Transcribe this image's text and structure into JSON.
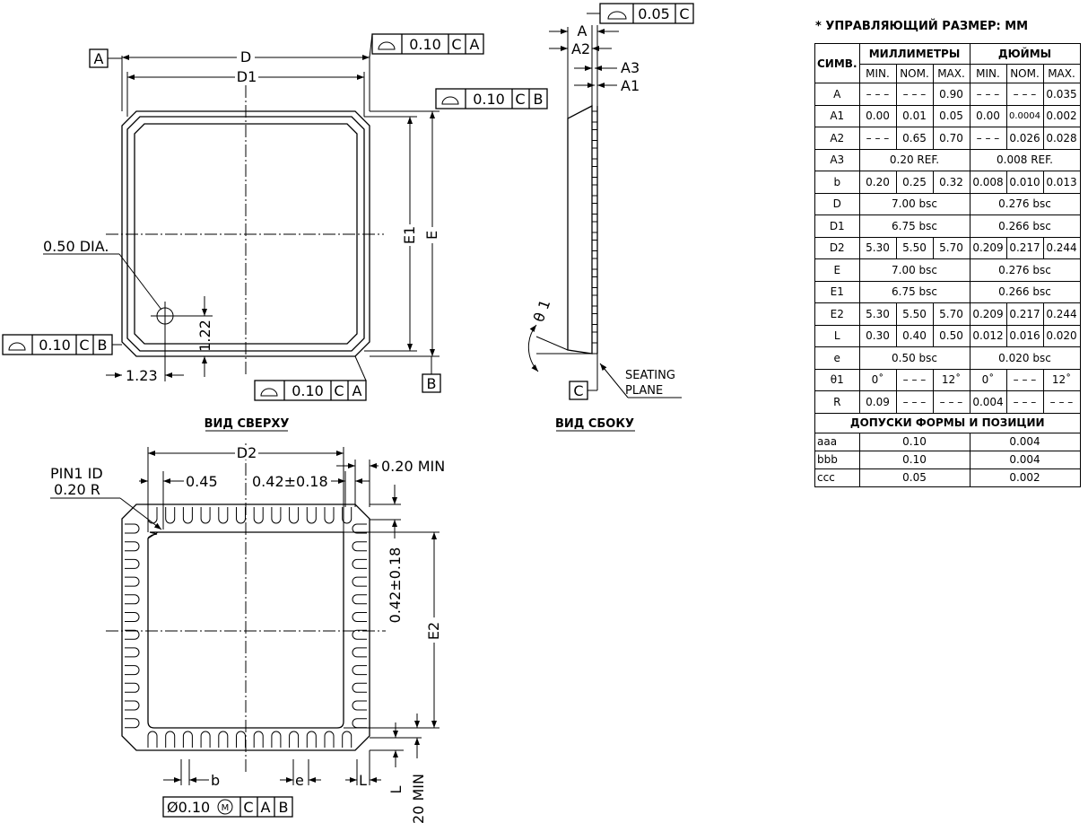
{
  "note": "* УПРАВЛЯЮЩИЙ РАЗМЕР: ММ",
  "captions": {
    "top": "ВИД СВЕРХУ",
    "side": "ВИД СБОКУ"
  },
  "top_view": {
    "datum_a": "A",
    "datum_b": "B",
    "dim_d": "D",
    "dim_d1": "D1",
    "dim_e": "E",
    "dim_e1": "E1",
    "dia_note": "0.50 DIA.",
    "dim_122": "1.22",
    "dim_123": "1.23",
    "fcf_top": [
      "0.10",
      "C",
      "A"
    ],
    "fcf_right": [
      "0.10",
      "C",
      "B"
    ],
    "fcf_left": [
      "0.10",
      "C",
      "B"
    ],
    "fcf_bottom": [
      "0.10",
      "C",
      "A"
    ]
  },
  "side_view": {
    "fcf_top": [
      "0.05",
      "C"
    ],
    "dim_a": "A",
    "dim_a2": "A2",
    "dim_a3": "A3",
    "dim_a1": "A1",
    "theta": "θ 1",
    "datum_c": "C",
    "seating_1": "SEATING",
    "seating_2": "PLANE"
  },
  "bottom_view": {
    "dim_d2": "D2",
    "dim_045": "0.45",
    "dim_042h": "0.42±0.18",
    "dim_020_min_top": "0.20  MIN",
    "pin1_1": "PIN1  ID",
    "pin1_2": "0.20  R",
    "dim_042v": "0.42±0.18",
    "dim_e2": "E2",
    "dim_b": "b",
    "dim_e": "e",
    "dim_l": "L",
    "dim_020_min_side": "20  MIN",
    "fcf": [
      "Ø0.10",
      "M",
      "C",
      "A",
      "B"
    ]
  },
  "table": {
    "header": {
      "sym": "СИМВ.",
      "mm": "МИЛЛИМЕТРЫ",
      "in": "ДЮЙМЫ"
    },
    "subheader": [
      "MIN.",
      "NOM.",
      "MAX.",
      "MIN.",
      "NOM.",
      "MAX."
    ],
    "rows": [
      {
        "sym": "A",
        "v": [
          "– – –",
          "– – –",
          "0.90",
          "– – –",
          "– – –",
          "0.035"
        ]
      },
      {
        "sym": "A1",
        "v": [
          "0.00",
          "0.01",
          "0.05",
          "0.00",
          "0.0004",
          "0.002"
        ]
      },
      {
        "sym": "A2",
        "v": [
          "– – –",
          "0.65",
          "0.70",
          "– – –",
          "0.026",
          "0.028"
        ]
      },
      {
        "sym": "A3",
        "mm": "0.20  REF.",
        "in": "0.008  REF."
      },
      {
        "sym": "b",
        "v": [
          "0.20",
          "0.25",
          "0.32",
          "0.008",
          "0.010",
          "0.013"
        ]
      },
      {
        "sym": "D",
        "mm": "7.00  bsc",
        "in": "0.276  bsc"
      },
      {
        "sym": "D1",
        "mm": "6.75  bsc",
        "in": "0.266  bsc"
      },
      {
        "sym": "D2",
        "v": [
          "5.30",
          "5.50",
          "5.70",
          "0.209",
          "0.217",
          "0.244"
        ]
      },
      {
        "sym": "E",
        "mm": "7.00  bsc",
        "in": "0.276  bsc"
      },
      {
        "sym": "E1",
        "mm": "6.75  bsc",
        "in": "0.266  bsc"
      },
      {
        "sym": "E2",
        "v": [
          "5.30",
          "5.50",
          "5.70",
          "0.209",
          "0.217",
          "0.244"
        ]
      },
      {
        "sym": "L",
        "v": [
          "0.30",
          "0.40",
          "0.50",
          "0.012",
          "0.016",
          "0.020"
        ]
      },
      {
        "sym": "e",
        "mm": "0.50  bsc",
        "in": "0.020  bsc"
      },
      {
        "sym": "θ1",
        "v": [
          "0˚",
          "– – –",
          "12˚",
          "0˚",
          "– – –",
          "12˚"
        ]
      },
      {
        "sym": "R",
        "v": [
          "0.09",
          "– – –",
          "– – –",
          "0.004",
          "– – –",
          "– – –"
        ]
      }
    ],
    "tol_title": "ДОПУСКИ ФОРМЫ И ПОЗИЦИИ",
    "tol_rows": [
      {
        "sym": "aaa",
        "mm": "0.10",
        "in": "0.004"
      },
      {
        "sym": "bbb",
        "mm": "0.10",
        "in": "0.004"
      },
      {
        "sym": "ccc",
        "mm": "0.05",
        "in": "0.002"
      }
    ]
  }
}
